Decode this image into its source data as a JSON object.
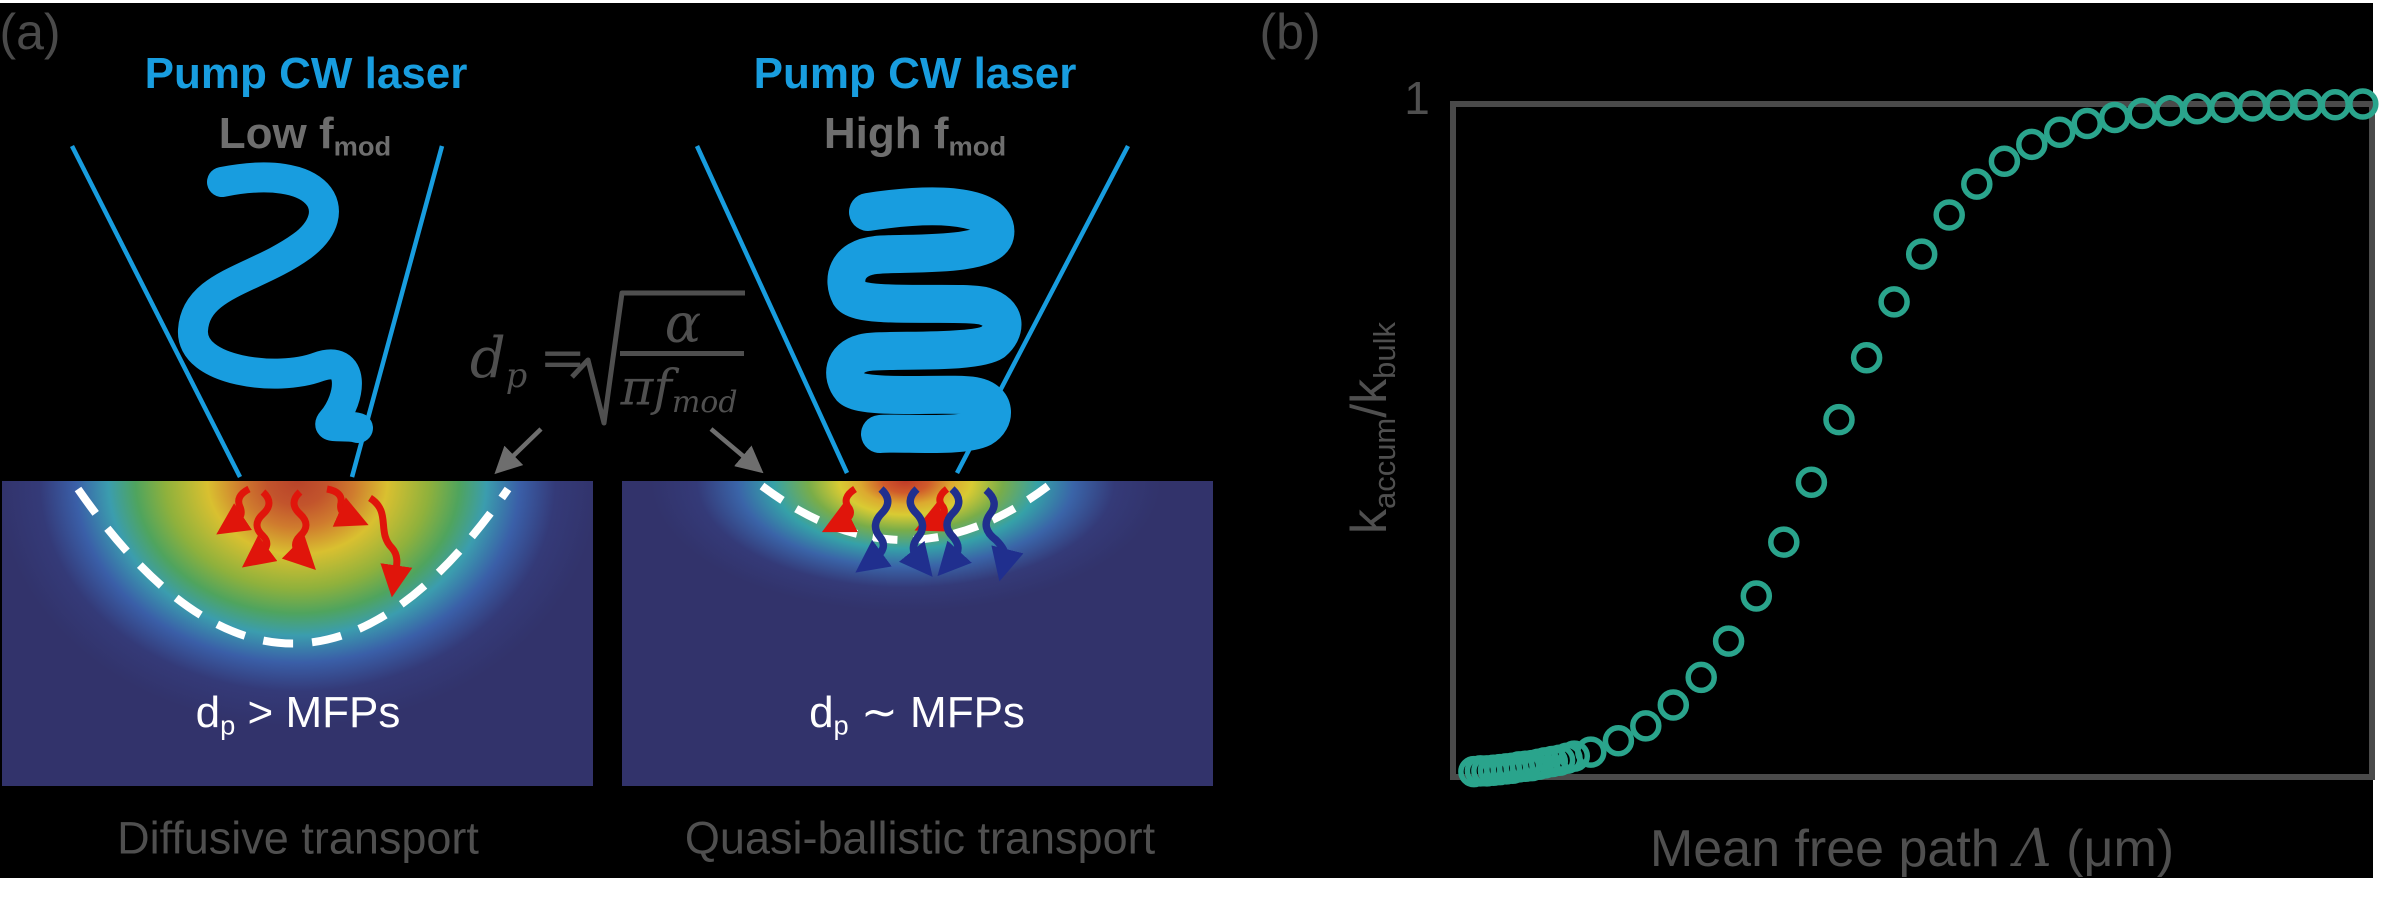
{
  "figure": {
    "panel_a": {
      "label": "(a)",
      "left": {
        "laser_title": "Pump CW laser",
        "freq_main": "Low f",
        "freq_sub": "mod",
        "depth_main": "d",
        "depth_sub": "p",
        "depth_rest": " > MFPs",
        "transport": "Diffusive transport"
      },
      "right": {
        "laser_title": "Pump CW laser",
        "freq_main": "High f",
        "freq_sub": "mod",
        "depth_main": "d",
        "depth_sub": "p",
        "depth_rest": " ∼ MFPs",
        "transport": "Quasi-ballistic transport"
      },
      "formula": {
        "lhs_main": "d",
        "lhs_sub": "p",
        "equals": "=",
        "numerator": "α",
        "denom_main": "πf",
        "denom_sub": "mod"
      }
    },
    "panel_b": {
      "label": "(b)",
      "ytick_top": "1",
      "ylabel": {
        "k1": "k",
        "sub1": "accum",
        "slash": "/",
        "k2": "k",
        "sub2": "bulk"
      },
      "xlabel": {
        "prefix": "Mean free path ",
        "lambda": "Λ",
        "suffix": " (μm)"
      }
    },
    "colors": {
      "laser_blue": "#189DDF",
      "data_teal": "#2AA48C",
      "arrow_red": "#E0150B",
      "arrow_navy": "#202F8E",
      "frame_gray": "#4A4A4A",
      "text_gray": "#4F4F4F",
      "substrate_navy": "#32336B"
    }
  },
  "chart_data": {
    "type": "scatter",
    "marker": "open-circle",
    "series_color": "#2AA48C",
    "title": "",
    "xlabel": "Mean free path Λ (μm)",
    "ylabel": "κ_accum/κ_bulk",
    "xscale": "log",
    "xlim": [
      0.01,
      1000
    ],
    "ylim": [
      0,
      1
    ],
    "yticks": [
      {
        "value": 1,
        "label": "1"
      }
    ],
    "xticks": [],
    "grid": false,
    "legend": null,
    "description": "Normalized accumulated thermal conductivity versus phonon mean free path; log-scaled x-axis without tick labels, y saturates at 1",
    "points": [
      [
        0.013,
        0.008
      ],
      [
        0.0141,
        0.009
      ],
      [
        0.0153,
        0.009
      ],
      [
        0.0166,
        0.01
      ],
      [
        0.018,
        0.011
      ],
      [
        0.0195,
        0.012
      ],
      [
        0.0211,
        0.013
      ],
      [
        0.0229,
        0.015
      ],
      [
        0.0248,
        0.016
      ],
      [
        0.0269,
        0.017
      ],
      [
        0.0292,
        0.019
      ],
      [
        0.0316,
        0.021
      ],
      [
        0.0347,
        0.023
      ],
      [
        0.038,
        0.025
      ],
      [
        0.0417,
        0.028
      ],
      [
        0.0457,
        0.031
      ],
      [
        0.0562,
        0.037
      ],
      [
        0.0794,
        0.054
      ],
      [
        0.112,
        0.076
      ],
      [
        0.158,
        0.107
      ],
      [
        0.224,
        0.148
      ],
      [
        0.316,
        0.202
      ],
      [
        0.447,
        0.269
      ],
      [
        0.631,
        0.349
      ],
      [
        0.891,
        0.438
      ],
      [
        1.26,
        0.531
      ],
      [
        1.78,
        0.623
      ],
      [
        2.51,
        0.706
      ],
      [
        3.55,
        0.777
      ],
      [
        5.01,
        0.835
      ],
      [
        7.08,
        0.881
      ],
      [
        10,
        0.915
      ],
      [
        14.1,
        0.94
      ],
      [
        20,
        0.958
      ],
      [
        28.2,
        0.971
      ],
      [
        39.8,
        0.98
      ],
      [
        56.2,
        0.986
      ],
      [
        79.4,
        0.99
      ],
      [
        112,
        0.993
      ],
      [
        158,
        0.995
      ],
      [
        224,
        0.997
      ],
      [
        316,
        0.998
      ],
      [
        447,
        0.999
      ],
      [
        631,
        0.999
      ],
      [
        891,
        1.0
      ]
    ]
  }
}
